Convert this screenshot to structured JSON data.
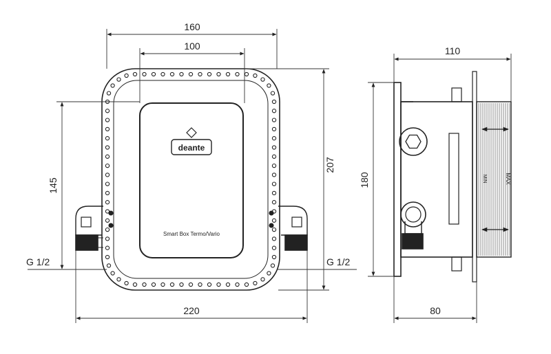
{
  "front_view": {
    "dim_width_outer": "160",
    "dim_width_inner": "100",
    "dim_height_inner": "145",
    "dim_height_outer": "207",
    "dim_overall_width": "220",
    "thread_left": "G 1/2",
    "thread_right": "G 1/2",
    "brand_logo": "deante",
    "product_label": "Smart Box Termo/Vario"
  },
  "side_view": {
    "dim_depth_total": "110",
    "dim_height": "180",
    "dim_depth_body": "80",
    "mark_min": "MIN",
    "mark_max": "MAX"
  },
  "colors": {
    "line": "#222222",
    "dimension": "#333333",
    "background": "#ffffff"
  }
}
